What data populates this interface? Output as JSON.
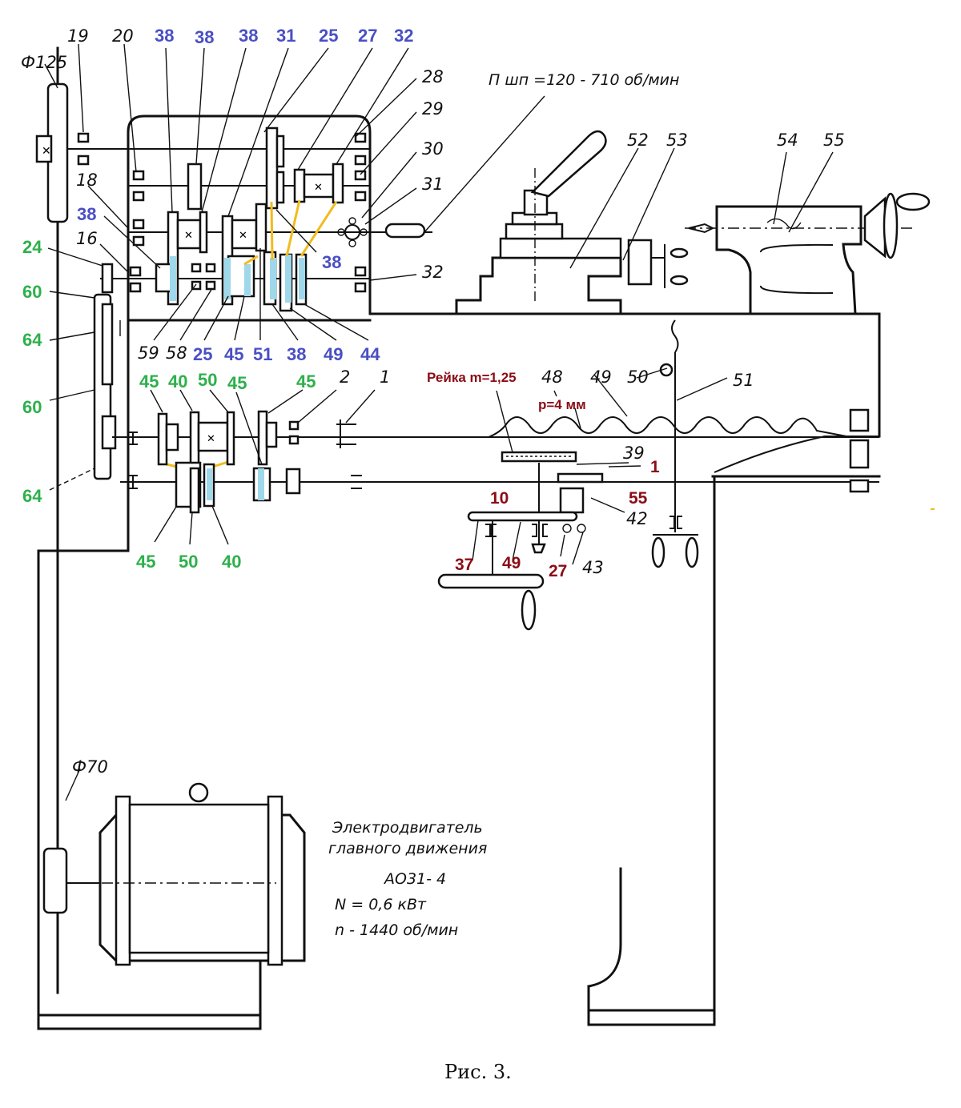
{
  "figure": {
    "caption": "Рис. 3.",
    "spindle_speed_note": "П шп =120 - 710 об/мин",
    "pulley_top": "Ф125",
    "pulley_bottom": "Ф70",
    "motor": {
      "line1": "Электродвигатель",
      "line2": "главного движения",
      "model": "АО31- 4",
      "power": "N = 0,6 кВт",
      "speed": "n - 1440 об/мин"
    },
    "rack_note": "Рейка m=1,25",
    "pitch_note": "p=4 мм"
  },
  "colors": {
    "blue_labels": "#4a4fc4",
    "green_labels": "#2db04b",
    "red_labels": "#8a0d16",
    "gear_highlight": "#9fd8ea",
    "mesh_lines": "#f2bb1e"
  },
  "labels": {
    "original": {
      "l19": "19",
      "l20": "20",
      "l18": "18",
      "l16": "16",
      "l28": "28",
      "l29": "29",
      "l30": "30",
      "l31": "31",
      "l32": "32",
      "l52": "52",
      "l53": "53",
      "l54": "54",
      "l55": "55",
      "l59": "59",
      "l58": "58",
      "l2": "2",
      "l1": "1",
      "l48": "48",
      "l49": "49",
      "l50": "50",
      "l51": "51",
      "l39": "39",
      "l42": "42",
      "l43": "43"
    },
    "headstock_top_blue": [
      "38",
      "38",
      "38",
      "31",
      "25",
      "27",
      "32"
    ],
    "headstock_left_blue": "38",
    "headstock_right_blue": "38",
    "headstock_bottom_blue": [
      "25",
      "45",
      "51",
      "38",
      "49",
      "44"
    ],
    "left_green": [
      "24",
      "60",
      "64",
      "60",
      "64"
    ],
    "feedbox_top_green": [
      "45",
      "40",
      "50",
      "45",
      "45"
    ],
    "feedbox_bottom_green": [
      "45",
      "50",
      "40"
    ],
    "apron_red": {
      "r1": "1",
      "r55": "55",
      "r10": "10",
      "r37": "37",
      "r49": "49",
      "r27": "27"
    }
  }
}
